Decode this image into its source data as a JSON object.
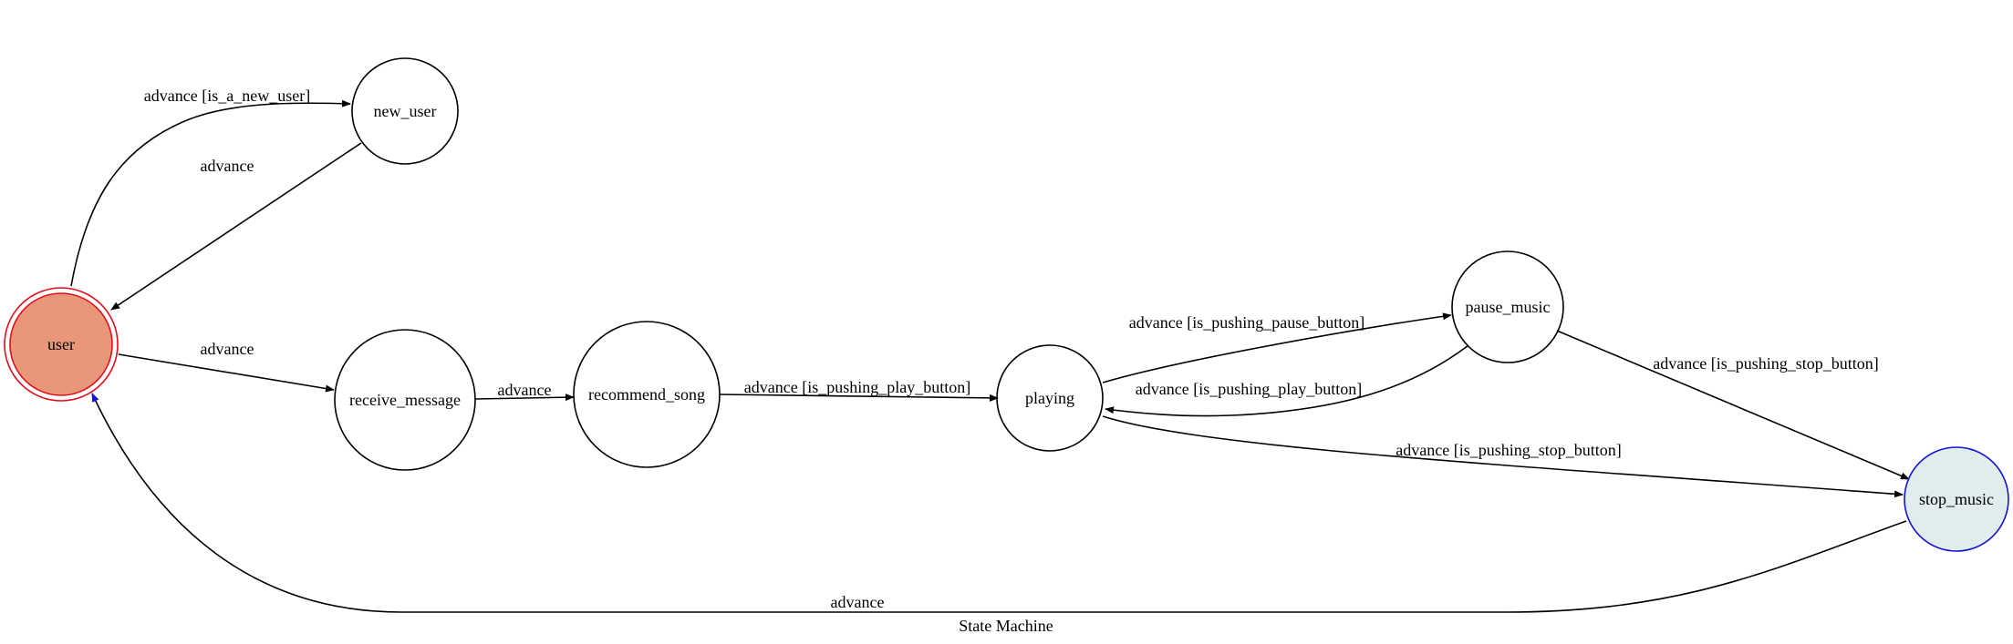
{
  "caption": "State Machine",
  "colors": {
    "initial_fill": "#e9977a",
    "initial_stroke": "#e0101a",
    "final_fill": "#e1ecec",
    "final_stroke": "#1414d4",
    "edge_default": "#000000",
    "edge_highlight": "#1414d4"
  },
  "states": {
    "user": "user",
    "new_user": "new_user",
    "receive_message": "receive_message",
    "recommend_song": "recommend_song",
    "playing": "playing",
    "pause_music": "pause_music",
    "stop_music": "stop_music"
  },
  "transitions": {
    "user_to_new_user": "advance [is_a_new_user]",
    "new_user_to_user": "advance",
    "user_to_receive_message": "advance",
    "receive_to_recommend": "advance",
    "recommend_to_playing": "advance [is_pushing_play_button]",
    "playing_to_pause": "advance [is_pushing_pause_button]",
    "pause_to_playing": "advance [is_pushing_play_button]",
    "pause_to_stop": "advance [is_pushing_stop_button]",
    "playing_to_stop": "advance [is_pushing_stop_button]",
    "stop_to_user": "advance"
  }
}
